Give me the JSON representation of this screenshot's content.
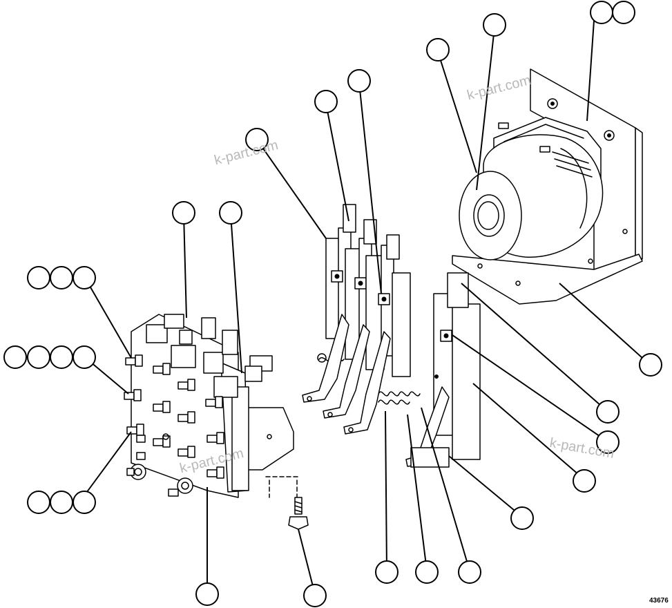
{
  "watermark": "k-part.com",
  "document_number": "43676",
  "callout_count": 29
}
